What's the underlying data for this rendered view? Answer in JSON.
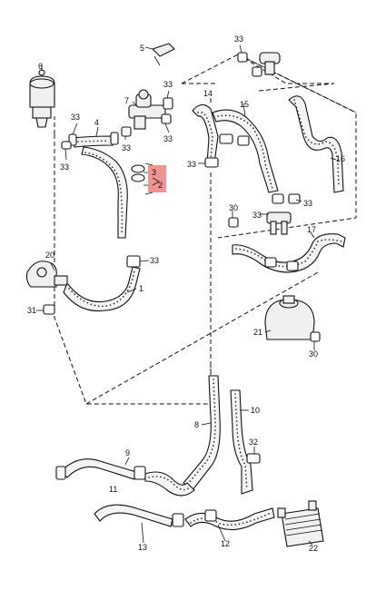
{
  "diagram": {
    "highlight_color": "#f08080",
    "callouts": {
      "c1": "1",
      "c2": "2",
      "c3": "3",
      "c4": "4",
      "c5": "5",
      "c6": "6",
      "c7": "7",
      "c8": "8",
      "c9": "9",
      "c10": "10",
      "c11": "11",
      "c12": "12",
      "c13": "13",
      "c14": "14",
      "c15": "15",
      "c16": "16",
      "c17": "17",
      "c20": "20",
      "c21": "21",
      "c22": "22",
      "c30a": "30",
      "c30b": "30",
      "c31": "31",
      "c32": "32",
      "c33a": "33",
      "c33b": "33",
      "c33c": "33",
      "c33d": "33",
      "c33e": "33",
      "c33f": "33",
      "c33g": "33",
      "c33h": "33",
      "c33i": "33",
      "c33j": "33"
    }
  }
}
